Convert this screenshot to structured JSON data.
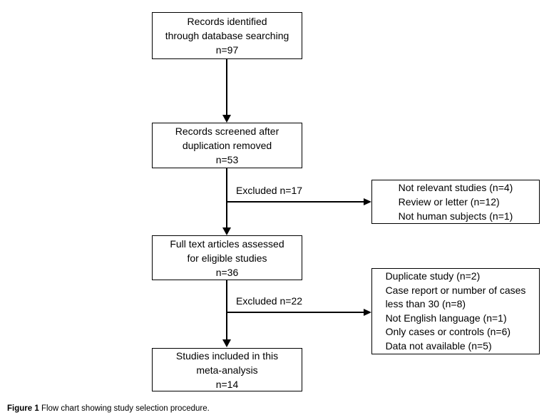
{
  "figure": {
    "caption": {
      "label": "Figure 1",
      "text": "Flow chart showing study selection procedure."
    },
    "colors": {
      "box_border": "#000000",
      "line": "#000000",
      "text": "#000000",
      "background": "#ffffff"
    }
  },
  "flowchart": {
    "main_boxes": [
      {
        "id": "records-identified",
        "lines": [
          "Records identified",
          "through database searching",
          "n=97"
        ]
      },
      {
        "id": "records-screened",
        "lines": [
          "Records screened after",
          "duplication removed",
          "n=53"
        ]
      },
      {
        "id": "fulltext-assessed",
        "lines": [
          "Full text articles assessed",
          "for eligible studies",
          "n=36"
        ]
      },
      {
        "id": "studies-included",
        "lines": [
          "Studies included in this",
          "meta-analysis",
          "n=14"
        ]
      }
    ],
    "edge_labels": [
      {
        "id": "excluded-17",
        "text": "Excluded n=17"
      },
      {
        "id": "excluded-22",
        "text": "Excluded n=22"
      }
    ],
    "exclusion_boxes": [
      {
        "id": "exclusion-reasons-1",
        "lines": [
          "Not relevant studies (n=4)",
          "Review or letter (n=12)",
          "Not human subjects (n=1)"
        ]
      },
      {
        "id": "exclusion-reasons-2",
        "lines": [
          "Duplicate study (n=2)",
          "Case report or number of cases",
          "less than 30 (n=8)",
          "Not English language (n=1)",
          "Only cases or controls (n=6)",
          "Data not available (n=5)"
        ]
      }
    ]
  }
}
